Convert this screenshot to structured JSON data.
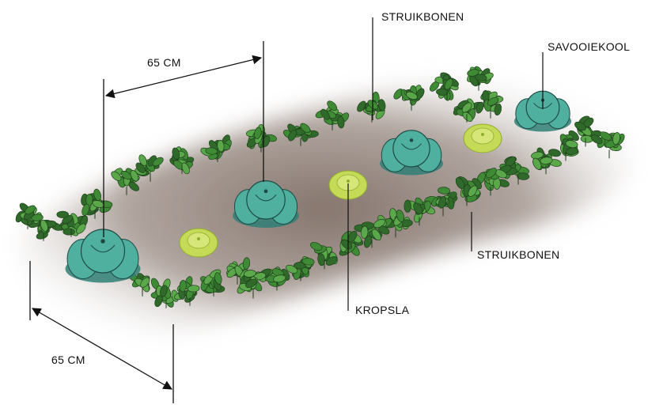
{
  "labels": {
    "struikbonen_top": "STRUIKBONEN",
    "savooiekool": "SAVOOIEKOOL",
    "struikbonen_right": "STRUIKBONEN",
    "kropsla": "KROPSLA",
    "dim_top": "65 CM",
    "dim_bottom": "65 CM"
  },
  "colors": {
    "leaf_dark": "#2f6a2a",
    "leaf_mid": "#3f8a35",
    "leaf_light": "#5aa84a",
    "cabbage": "#4fb0a0",
    "cabbage_dark": "#2f7f75",
    "lettuce": "#c5da56",
    "lettuce_dark": "#8fae2e",
    "soil": "#8a7a72",
    "ink": "#111111"
  },
  "icons": {
    "bean_plant": "bean-plant-icon",
    "savoy_cabbage": "savoy-cabbage-icon",
    "butterhead_lettuce": "lettuce-icon"
  }
}
